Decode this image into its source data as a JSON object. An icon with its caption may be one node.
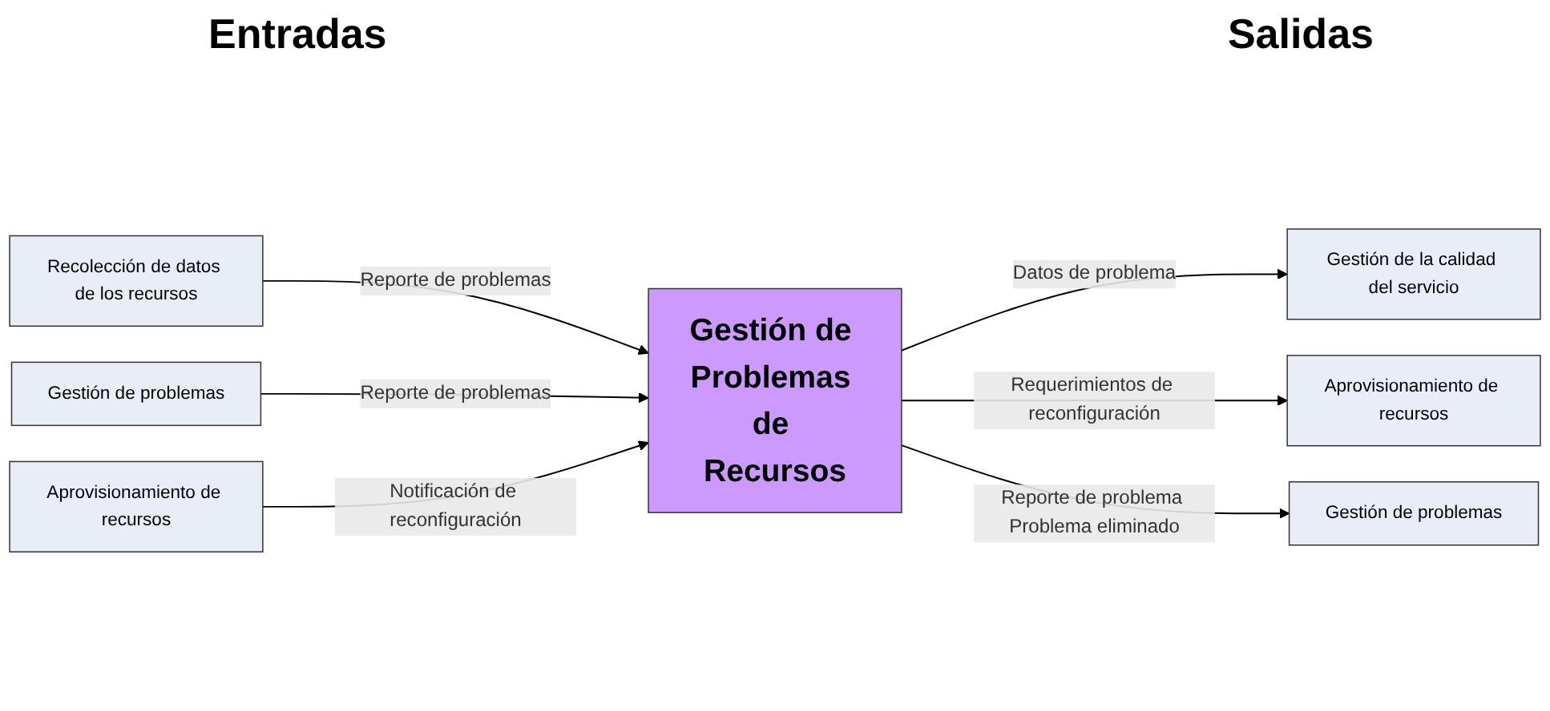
{
  "diagram": {
    "nodes": [
      {
        "text": [
          "Recolección de datos de los recursos"
        ]
      },
      {
        "text": [
          "Gestión de problemas"
        ]
      },
      {
        "text": [
          "Aprovisionamiento de recursos"
        ]
      },
      {
        "text": [
          "Gestión de Problemas de Recursos"
        ]
      },
      {
        "text": [
          "Gestión de la calidad del servicio"
        ]
      },
      {
        "text": [
          "Aprovisionamiento de recursos"
        ]
      },
      {
        "text": [
          "Gestión de problemas"
        ]
      }
    ],
    "edges": [
      {
        "from": 0,
        "to": 3,
        "arrow": "to",
        "label": "Reporte de problemas"
      },
      {
        "from": 1,
        "to": 3,
        "arrow": "to",
        "label": "Reporte de problemas"
      },
      {
        "from": 2,
        "to": 3,
        "arrow": "to",
        "label": "Notificación de reconfiguración"
      },
      {
        "from": 3,
        "to": 4,
        "arrow": "to",
        "label": "Datos de problema"
      },
      {
        "from": 3,
        "to": 5,
        "arrow": "to",
        "label": "Requerimientos de reconfiguración"
      },
      {
        "from": 3,
        "to": 6,
        "arrow": "to",
        "label": "Reporte de problema Problema eliminado"
      }
    ],
    "labels": [
      "Entradas",
      "Salidas"
    ]
  }
}
